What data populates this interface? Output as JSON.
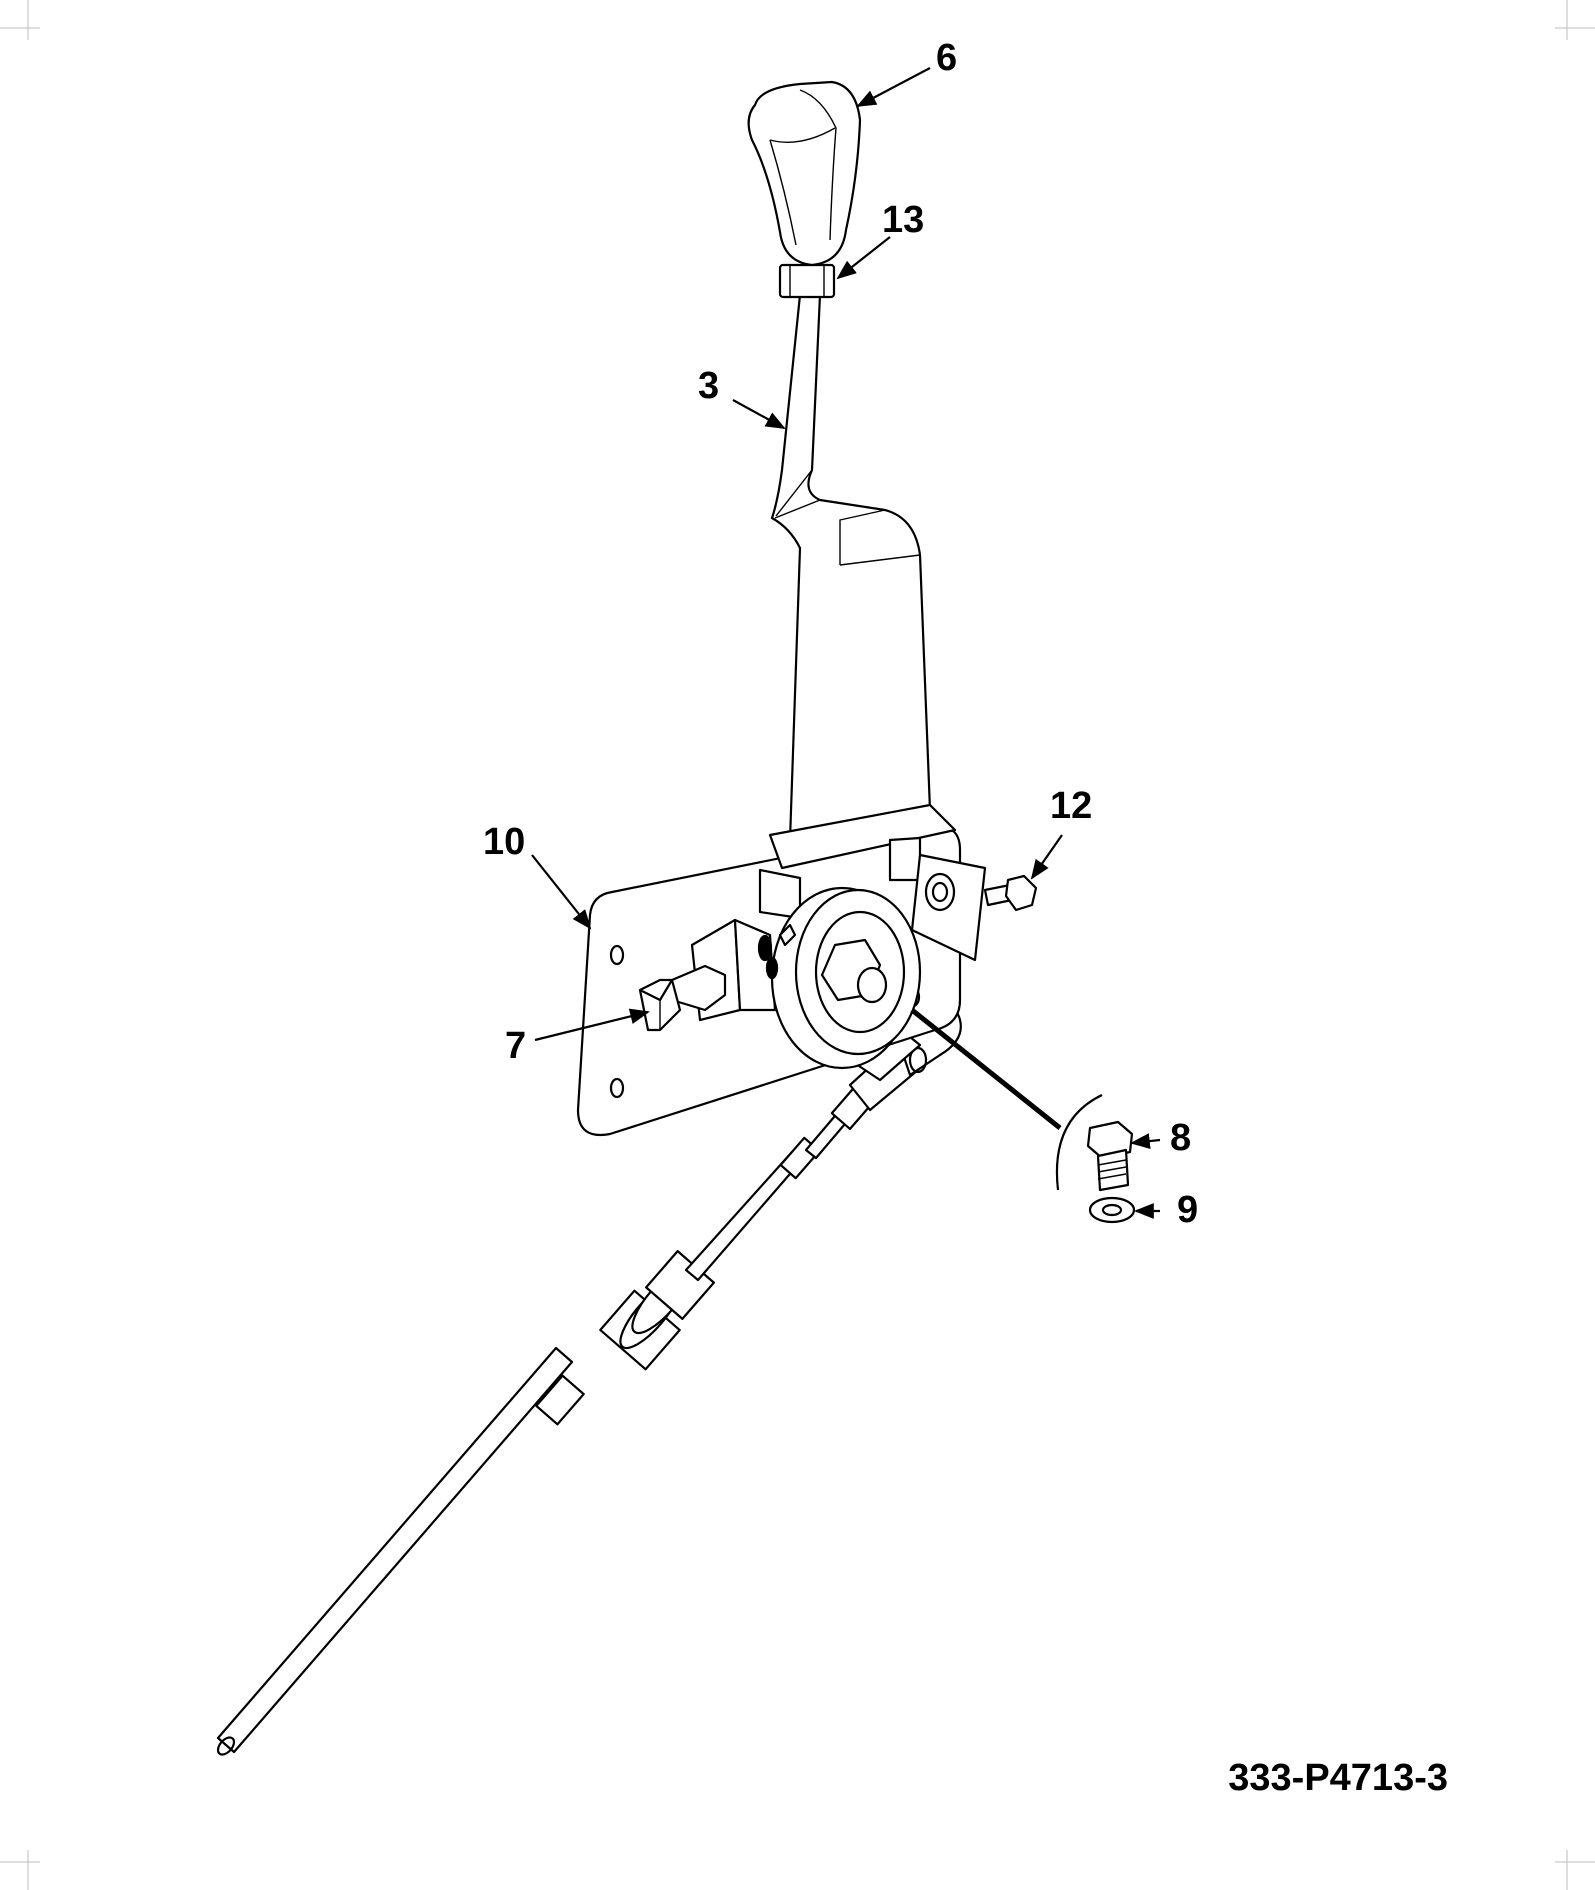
{
  "drawing": {
    "document_number": "333-P4713-3",
    "callouts": [
      {
        "id": "6",
        "label": "6"
      },
      {
        "id": "13",
        "label": "13"
      },
      {
        "id": "3",
        "label": "3"
      },
      {
        "id": "12",
        "label": "12"
      },
      {
        "id": "10",
        "label": "10"
      },
      {
        "id": "7",
        "label": "7"
      },
      {
        "id": "8",
        "label": "8"
      },
      {
        "id": "9",
        "label": "9"
      }
    ]
  },
  "colors": {
    "line": "#000000",
    "background": "#ffffff"
  }
}
